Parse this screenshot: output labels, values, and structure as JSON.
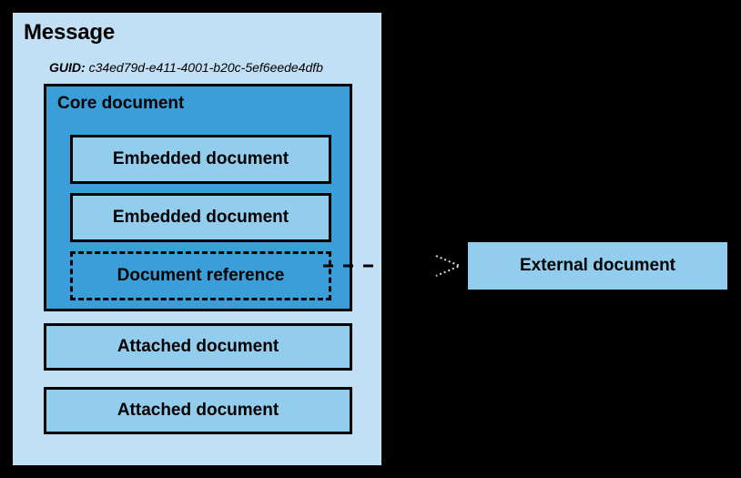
{
  "diagram": {
    "background_color": "#000000",
    "message": {
      "title": "Message",
      "panel_color": "#c2e0f5",
      "guid_label": "GUID:",
      "guid_value": "c34ed79d-e411-4001-b20c-5ef6eede4dfb",
      "core_document": {
        "title": "Core document",
        "fill_color": "#3a9fd9",
        "embedded_documents": [
          {
            "label": "Embedded document",
            "fill_color": "#92cdee",
            "border_style": "solid"
          },
          {
            "label": "Embedded document",
            "fill_color": "#92cdee",
            "border_style": "solid"
          }
        ],
        "document_reference": {
          "label": "Document reference",
          "fill_color": "#3a9fd9",
          "border_style": "dashed"
        }
      },
      "attached_documents": [
        {
          "label": "Attached document",
          "fill_color": "#92cdee",
          "border_style": "solid"
        },
        {
          "label": "Attached document",
          "fill_color": "#92cdee",
          "border_style": "solid"
        }
      ]
    },
    "external_document": {
      "label": "External document",
      "fill_color": "#92cdee"
    },
    "connector": {
      "from": "Document reference",
      "to": "External document",
      "line_style": "dashed",
      "arrowhead": "open-triangle-right"
    }
  }
}
